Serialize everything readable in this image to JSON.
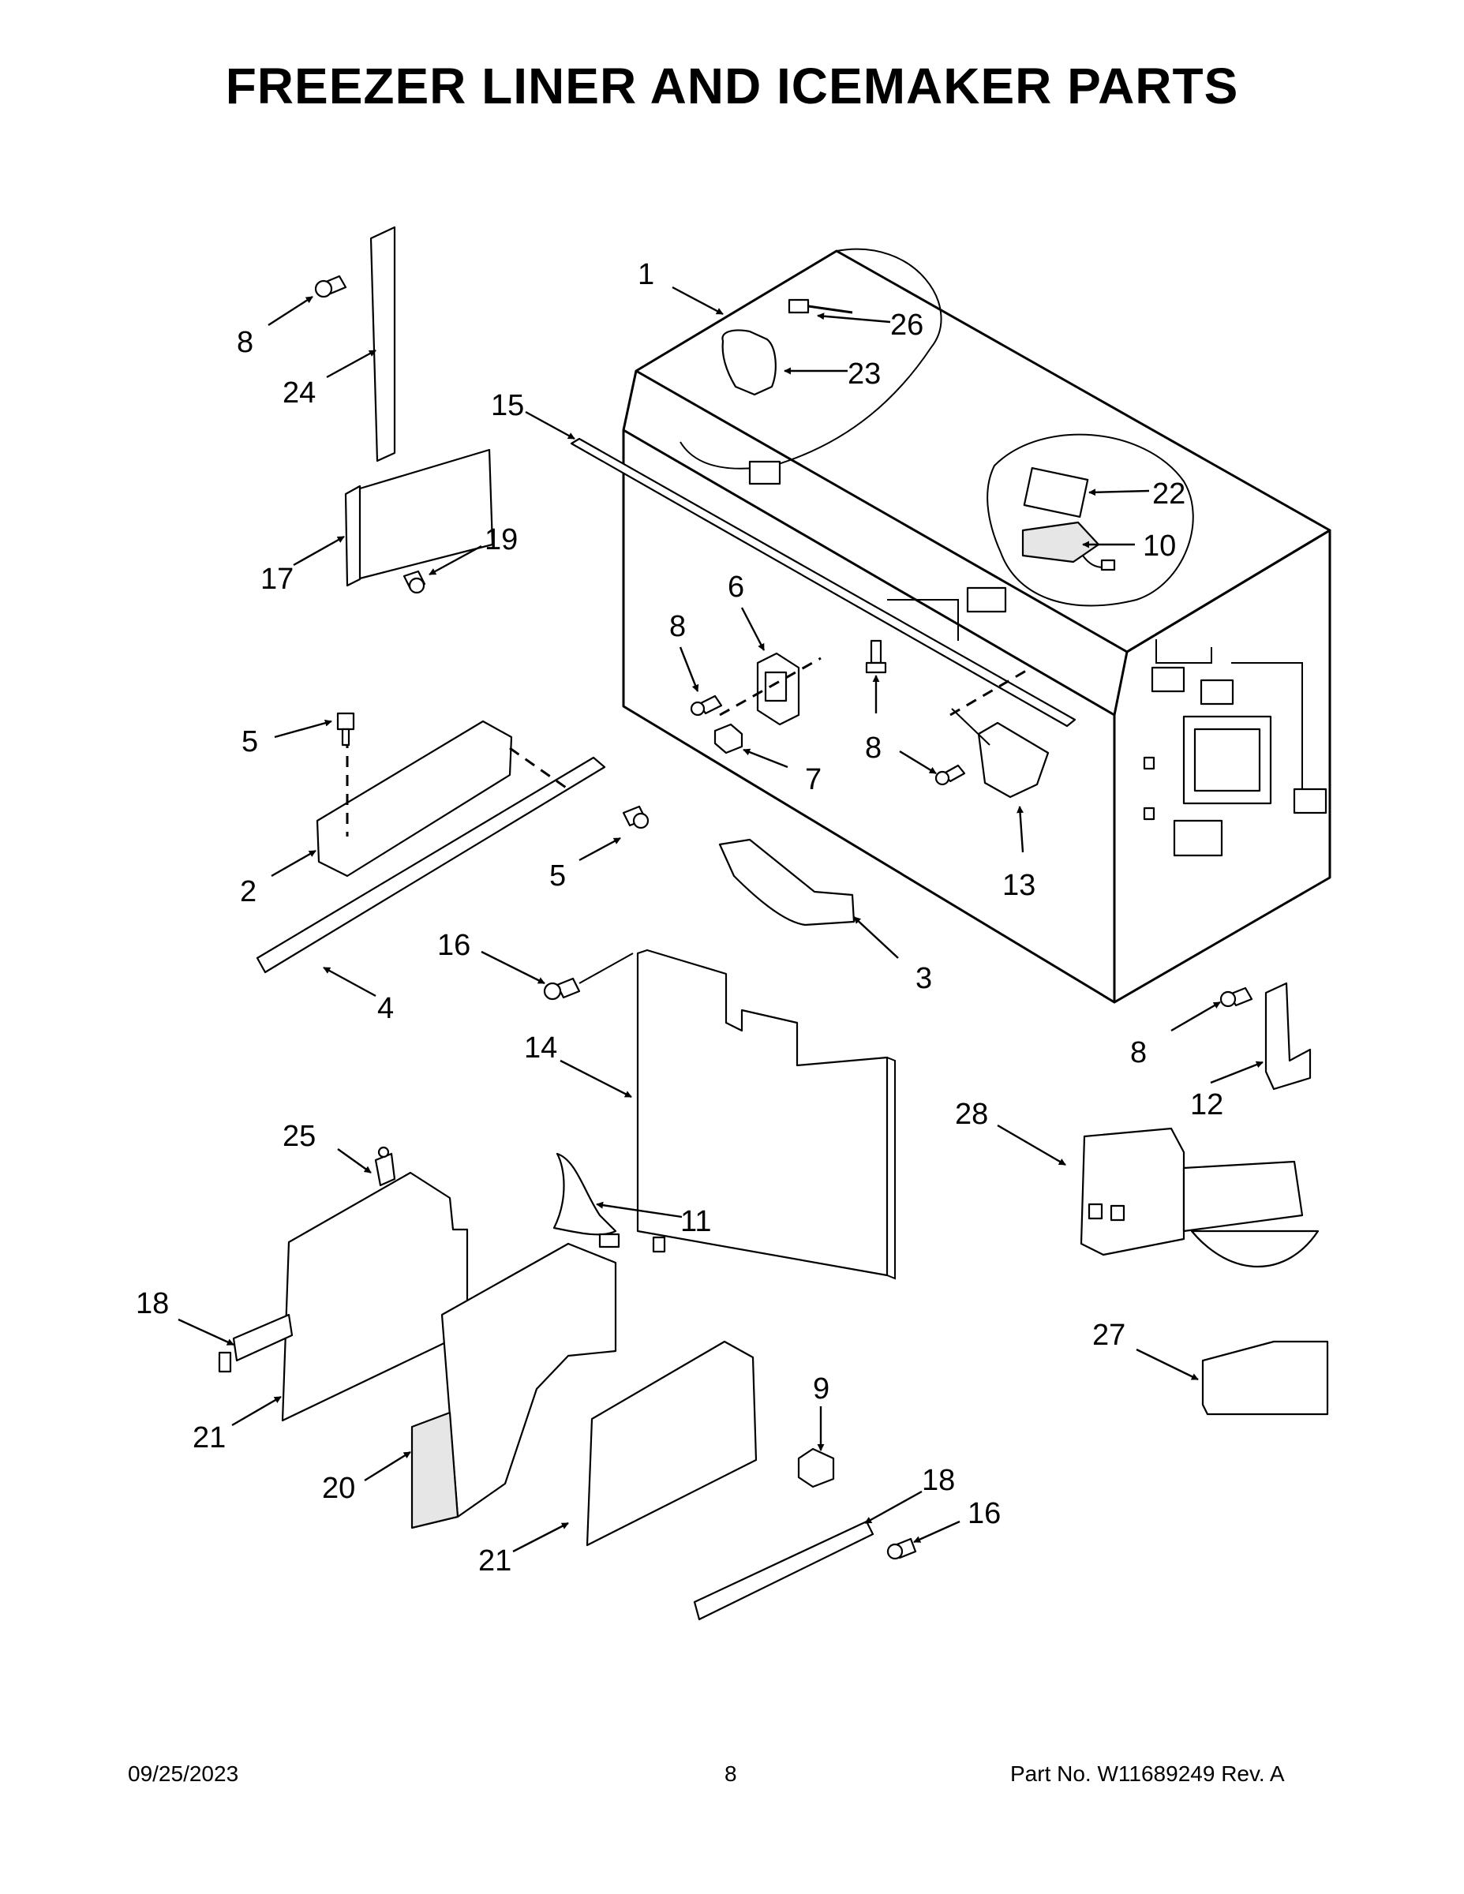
{
  "title": "FREEZER LINER AND ICEMAKER PARTS",
  "callouts": [
    {
      "id": "c1",
      "label": "1"
    },
    {
      "id": "c26",
      "label": "26"
    },
    {
      "id": "c23",
      "label": "23"
    },
    {
      "id": "c8a",
      "label": "8"
    },
    {
      "id": "c24",
      "label": "24"
    },
    {
      "id": "c15",
      "label": "15"
    },
    {
      "id": "c22",
      "label": "22"
    },
    {
      "id": "c10",
      "label": "10"
    },
    {
      "id": "c17",
      "label": "17"
    },
    {
      "id": "c19",
      "label": "19"
    },
    {
      "id": "c6",
      "label": "6"
    },
    {
      "id": "c8b",
      "label": "8"
    },
    {
      "id": "c5a",
      "label": "5"
    },
    {
      "id": "c8c",
      "label": "8"
    },
    {
      "id": "c7",
      "label": "7"
    },
    {
      "id": "c13",
      "label": "13"
    },
    {
      "id": "c5b",
      "label": "5"
    },
    {
      "id": "c2",
      "label": "2"
    },
    {
      "id": "c16a",
      "label": "16"
    },
    {
      "id": "c3",
      "label": "3"
    },
    {
      "id": "c4",
      "label": "4"
    },
    {
      "id": "c14",
      "label": "14"
    },
    {
      "id": "c8d",
      "label": "8"
    },
    {
      "id": "c12",
      "label": "12"
    },
    {
      "id": "c28",
      "label": "28"
    },
    {
      "id": "c25",
      "label": "25"
    },
    {
      "id": "c11",
      "label": "11"
    },
    {
      "id": "c18a",
      "label": "18"
    },
    {
      "id": "c27",
      "label": "27"
    },
    {
      "id": "c9",
      "label": "9"
    },
    {
      "id": "c21a",
      "label": "21"
    },
    {
      "id": "c20",
      "label": "20"
    },
    {
      "id": "c18b",
      "label": "18"
    },
    {
      "id": "c16b",
      "label": "16"
    },
    {
      "id": "c21b",
      "label": "21"
    }
  ],
  "footer": {
    "date": "09/25/2023",
    "page": "8",
    "part_no": "Part No.  W11689249  Rev.  A"
  }
}
